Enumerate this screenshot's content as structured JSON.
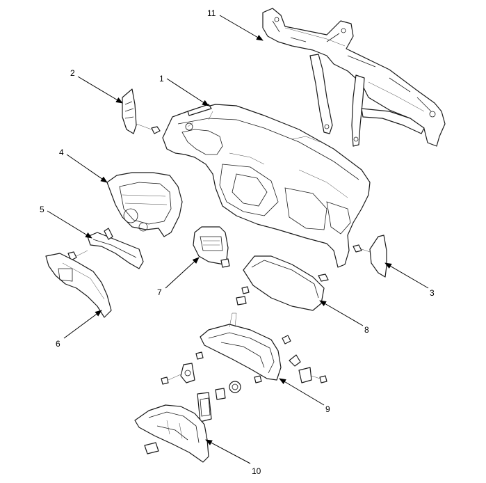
{
  "labels": {
    "n1": "1",
    "n2": "2",
    "n3": "3",
    "n4": "4",
    "n5": "5",
    "n6": "6",
    "n7": "7",
    "n8": "8",
    "n9": "9",
    "n10": "10",
    "n11": "11"
  },
  "colors": {
    "line": "#1a1a1a",
    "background": "#ffffff"
  }
}
